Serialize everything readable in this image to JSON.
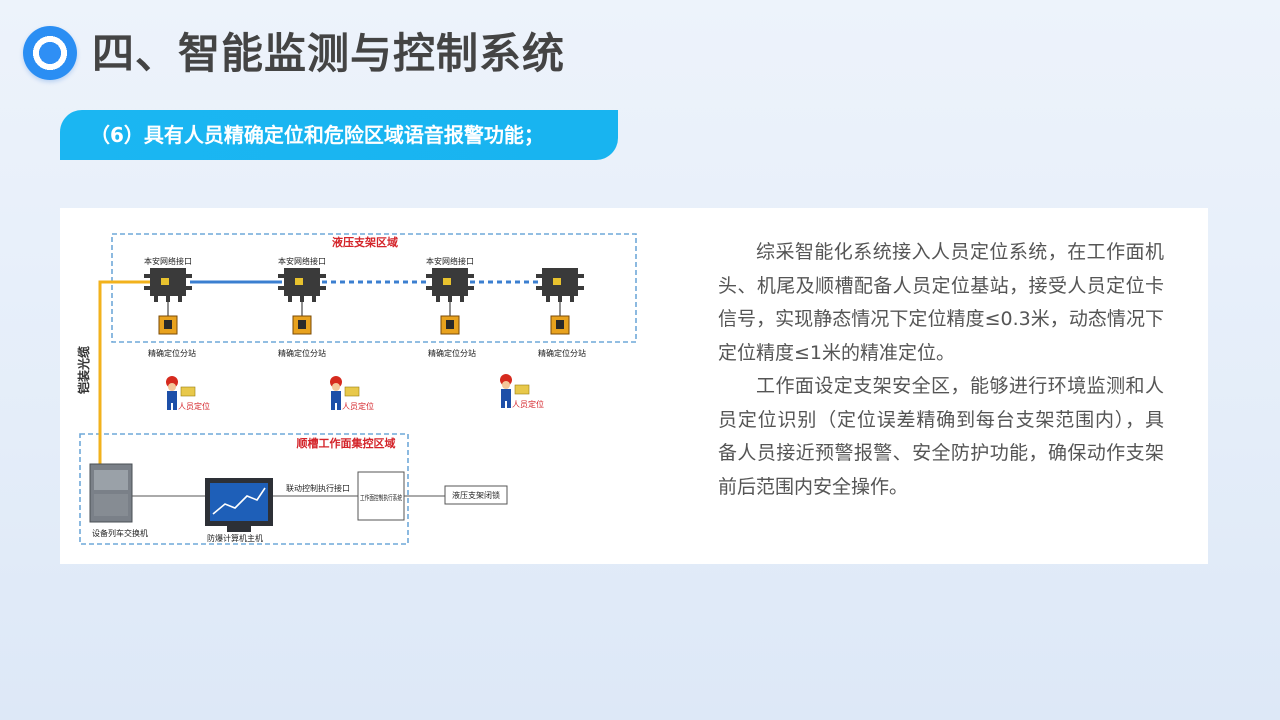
{
  "header": {
    "title": "四、智能监测与控制系统"
  },
  "banner": {
    "text": "（6）具有人员精确定位和危险区域语音报警功能；"
  },
  "diagram": {
    "top_zone_label": "液压支架区域",
    "bottom_zone_label": "顺槽工作面集控区域",
    "network_port_label": "本安网络接口",
    "substation_label": "精确定位分站",
    "person_tag_label": "人员定位",
    "fiber_label": "铠装光缆",
    "switch_label": "设备列车交换机",
    "computer_label": "防爆计算机主机",
    "link_label": "联动控制执行接口",
    "executor_label": "工作面控制执行系统",
    "lock_label": "液压支架闭锁",
    "colors": {
      "zone_border": "#6fa8d8",
      "zone_title": "#d4242a",
      "cable_blue": "#3b7fd0",
      "fiber_yellow": "#f2b21c",
      "device_dark": "#3a3a3a",
      "tag_orange": "#e8a21e"
    }
  },
  "description": {
    "paragraphs": [
      "综采智能化系统接入人员定位系统，在工作面机头、机尾及顺槽配备人员定位基站，接受人员定位卡信号，实现静态情况下定位精度≤0.3米，动态情况下定位精度≤1米的精准定位。",
      "工作面设定支架安全区，能够进行环境监测和人员定位识别（定位误差精确到每台支架范围内），具备人员接近预警报警、安全防护功能，确保动作支架前后范围内安全操作。"
    ]
  }
}
